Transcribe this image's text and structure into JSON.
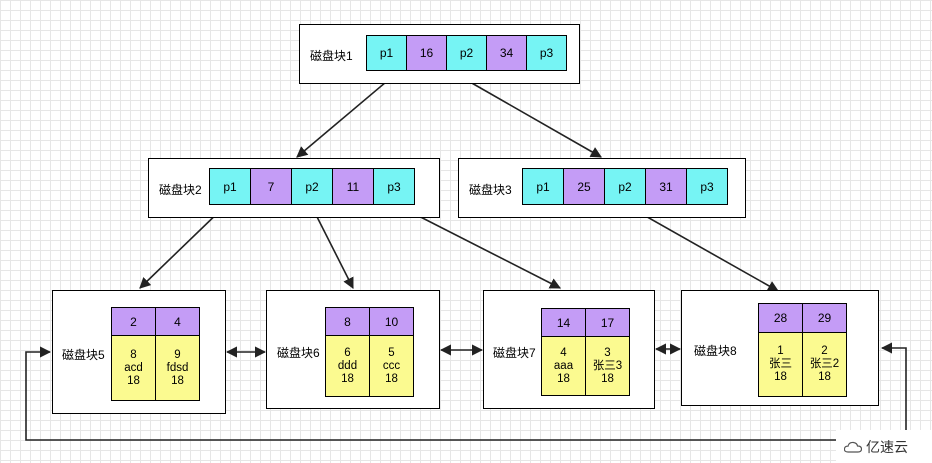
{
  "colors": {
    "cyan": "#76f4f4",
    "purple": "#c49cf6",
    "yellow": "#fbfa90"
  },
  "root": {
    "label": "磁盘块1",
    "cells": [
      "p1",
      "16",
      "p2",
      "34",
      "p3"
    ]
  },
  "level2": [
    {
      "label": "磁盘块2",
      "cells": [
        "p1",
        "7",
        "p2",
        "11",
        "p3"
      ]
    },
    {
      "label": "磁盘块3",
      "cells": [
        "p1",
        "25",
        "p2",
        "31",
        "p3"
      ]
    }
  ],
  "leaves": [
    {
      "label": "磁盘块5",
      "keys": [
        "2",
        "4"
      ],
      "records": [
        [
          "8",
          "acd",
          "18"
        ],
        [
          "9",
          "fdsd",
          "18"
        ]
      ]
    },
    {
      "label": "磁盘块6",
      "keys": [
        "8",
        "10"
      ],
      "records": [
        [
          "6",
          "ddd",
          "18"
        ],
        [
          "5",
          "ccc",
          "18"
        ]
      ]
    },
    {
      "label": "磁盘块7",
      "keys": [
        "14",
        "17"
      ],
      "records": [
        [
          "4",
          "aaa",
          "18"
        ],
        [
          "3",
          "张三3",
          "18"
        ]
      ]
    },
    {
      "label": "磁盘块8",
      "keys": [
        "28",
        "29"
      ],
      "records": [
        [
          "1",
          "张三",
          "18"
        ],
        [
          "2",
          "张三2",
          "18"
        ]
      ]
    }
  ],
  "watermark": {
    "text": "亿速云",
    "icon": "cloud-logo-icon"
  }
}
